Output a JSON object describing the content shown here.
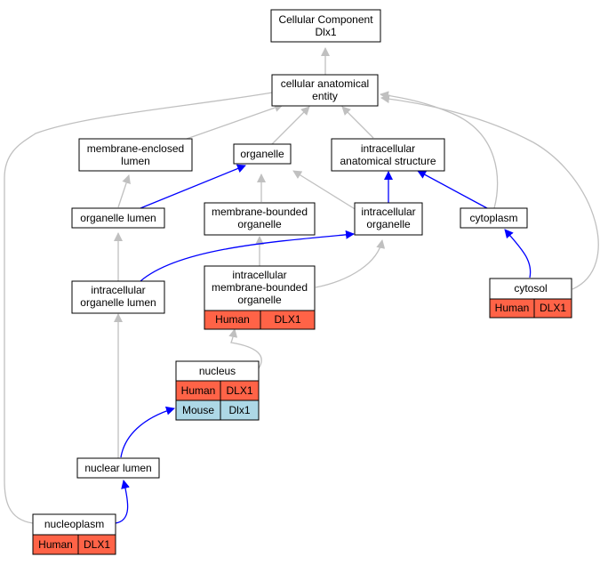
{
  "colors": {
    "edge_is_a": "#c0c0c0",
    "edge_part_of": "#0000ff",
    "human": "#ff6347",
    "mouse": "#add8e6"
  },
  "nodes": {
    "root": {
      "line1": "Cellular Component",
      "line2": "Dlx1"
    },
    "cellular_anatomical_entity": {
      "line1": "cellular anatomical",
      "line2": "entity"
    },
    "membrane_enclosed_lumen": {
      "line1": "membrane-enclosed",
      "line2": "lumen"
    },
    "organelle": {
      "line1": "organelle"
    },
    "intracellular_anatomical_structure": {
      "line1": "intracellular",
      "line2": "anatomical structure"
    },
    "organelle_lumen": {
      "line1": "organelle lumen"
    },
    "membrane_bounded_organelle": {
      "line1": "membrane-bounded",
      "line2": "organelle"
    },
    "intracellular_organelle": {
      "line1": "intracellular",
      "line2": "organelle"
    },
    "cytoplasm": {
      "line1": "cytoplasm"
    },
    "intracellular_organelle_lumen": {
      "line1": "intracellular",
      "line2": "organelle lumen"
    },
    "intracellular_membrane_bounded_organelle": {
      "line1": "intracellular",
      "line2": "membrane-bounded",
      "line3": "organelle",
      "annotations": [
        {
          "species": "Human",
          "gene": "DLX1"
        }
      ]
    },
    "cytosol": {
      "line1": "cytosol",
      "annotations": [
        {
          "species": "Human",
          "gene": "DLX1"
        }
      ]
    },
    "nucleus": {
      "line1": "nucleus",
      "annotations": [
        {
          "species": "Human",
          "gene": "DLX1"
        },
        {
          "species": "Mouse",
          "gene": "Dlx1"
        }
      ]
    },
    "nuclear_lumen": {
      "line1": "nuclear lumen"
    },
    "nucleoplasm": {
      "line1": "nucleoplasm",
      "annotations": [
        {
          "species": "Human",
          "gene": "DLX1"
        }
      ]
    }
  }
}
